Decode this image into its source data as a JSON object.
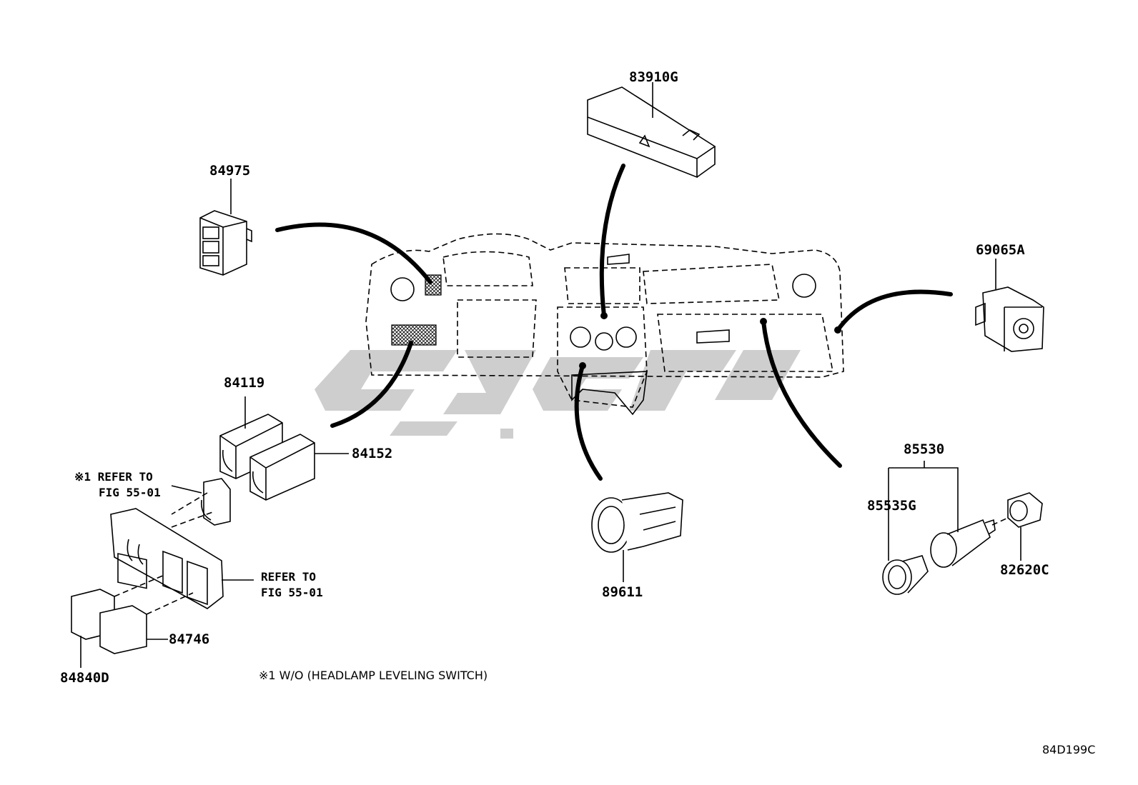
{
  "parts": {
    "p83910g": "83910G",
    "p84975": "84975",
    "p69065a": "69065A",
    "p84119": "84119",
    "p84152": "84152",
    "p85530": "85530",
    "p85535g": "85535G",
    "p82620c": "82620C",
    "p89611": "89611",
    "p84746": "84746",
    "p84840d": "84840D"
  },
  "refs": {
    "ref1_line1": "※1 REFER TO",
    "ref1_line2": "FIG 55-01",
    "ref2_line1": "REFER TO",
    "ref2_line2": "FIG 55-01"
  },
  "footnote": "※1  W/O (HEADLAMP LEVELING SWITCH)",
  "figure_id": "84D199C",
  "colors": {
    "line": "#000000",
    "watermark": "#c8c8c8",
    "background": "#ffffff"
  }
}
